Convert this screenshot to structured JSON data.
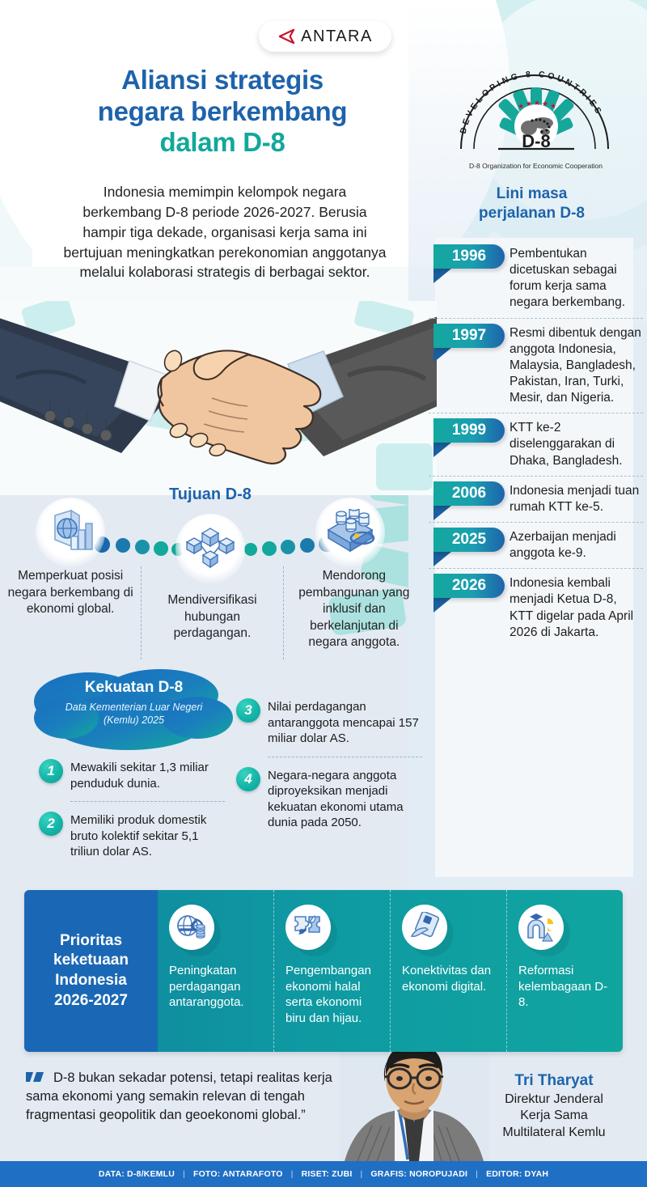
{
  "brand": {
    "name": "ANTARA",
    "mark": "antara-triangle-logo"
  },
  "headline": {
    "line1": "Aliansi strategis",
    "line2": "negara berkembang",
    "line3": "dalam D-8"
  },
  "intro": "Indonesia memimpin kelompok negara berkembang D-8 periode 2026-2027. Berusia hampir tiga dekade, organisasi kerja sama ini bertujuan meningkatkan perekonomian anggotanya melalui kolaborasi strategis di berbagai sektor.",
  "d8_logo": {
    "arc_text": "DEVELOPING 8 COUNTRIES",
    "mark": "D-8",
    "caption": "D-8 Organization for Economic Cooperation"
  },
  "timeline": {
    "title_line1": "Lini masa",
    "title_line2": "perjalanan D-8",
    "entries": [
      {
        "year": "1996",
        "text": "Pembentukan dicetuskan sebagai forum kerja sama negara berkembang."
      },
      {
        "year": "1997",
        "text": "Resmi dibentuk dengan anggota Indonesia, Malaysia, Bangladesh, Pakistan, Iran, Turki, Mesir, dan Nigeria."
      },
      {
        "year": "1999",
        "text": "KTT ke-2 diselenggarakan di Dhaka, Bangladesh."
      },
      {
        "year": "2006",
        "text": "Indonesia menjadi tuan rumah KTT ke-5."
      },
      {
        "year": "2025",
        "text": "Azerbaijan menjadi anggota ke-9."
      },
      {
        "year": "2026",
        "text": "Indonesia kembali menjadi Ketua D-8, KTT digelar pada April 2026 di Jakarta."
      }
    ]
  },
  "tujuan": {
    "title": "Tujuan D-8",
    "goals": [
      {
        "icon": "globe-chart-shield-icon",
        "text": "Memperkuat posisi negara berkembang di ekonomi global."
      },
      {
        "icon": "network-cubes-icon",
        "text": "Mendiversifikasi hubungan perdagangan."
      },
      {
        "icon": "industry-platform-icon",
        "text": "Mendorong pembangunan yang inklusif dan berkelanjutan di negara anggota."
      }
    ]
  },
  "kekuatan": {
    "title": "Kekuatan D-8",
    "subtitle_line1": "Data Kementerian Luar Negeri",
    "subtitle_line2": "(Kemlu) 2025",
    "items": [
      {
        "num": "1",
        "text": "Mewakili sekitar 1,3 miliar penduduk dunia."
      },
      {
        "num": "2",
        "text": "Memiliki produk domestik bruto kolektif sekitar 5,1 triliun dolar AS."
      },
      {
        "num": "3",
        "text": "Nilai perdagangan antaranggota mencapai 157 miliar dolar AS."
      },
      {
        "num": "4",
        "text": "Negara-negara anggota diproyeksikan menjadi kekuatan ekonomi utama dunia pada 2050."
      }
    ]
  },
  "prioritas": {
    "title_line1": "Prioritas",
    "title_line2": "keketuaan",
    "title_line3": "Indonesia",
    "title_line4": "2026-2027",
    "cells": [
      {
        "icon": "globe-trade-coins-icon",
        "text": "Peningkatan perdagangan antaranggota."
      },
      {
        "icon": "puzzle-leaf-icon",
        "text": "Pengembangan ekonomi halal serta ekonomi biru dan hijau."
      },
      {
        "icon": "digital-device-hand-icon",
        "text": "Konektivitas dan ekonomi digital."
      },
      {
        "icon": "arch-reform-icon",
        "text": "Reformasi kelembagaan D-8."
      }
    ]
  },
  "quote": {
    "text": "D-8 bukan sekadar potensi, tetapi realitas kerja sama ekonomi yang semakin relevan di tengah fragmentasi geopolitik dan geoekonomi global.”",
    "person_name": "Tri Tharyat",
    "person_role_line1": "Direktur Jenderal",
    "person_role_line2": "Kerja Sama",
    "person_role_line3": "Multilateral Kemlu"
  },
  "footer": {
    "credits": [
      "DATA: D-8/KEMLU",
      "FOTO: ANTARAFOTO",
      "RISET: ZUBI",
      "GRAFIS: NOROPUJADI",
      "EDITOR: DYAH"
    ],
    "separator": "|"
  },
  "colors": {
    "blue": "#1e63ab",
    "teal": "#12a89b",
    "panel_bg": "#e2ecf5",
    "footer_bg": "#1f6fc4",
    "prio_left": "#1a68b5"
  }
}
